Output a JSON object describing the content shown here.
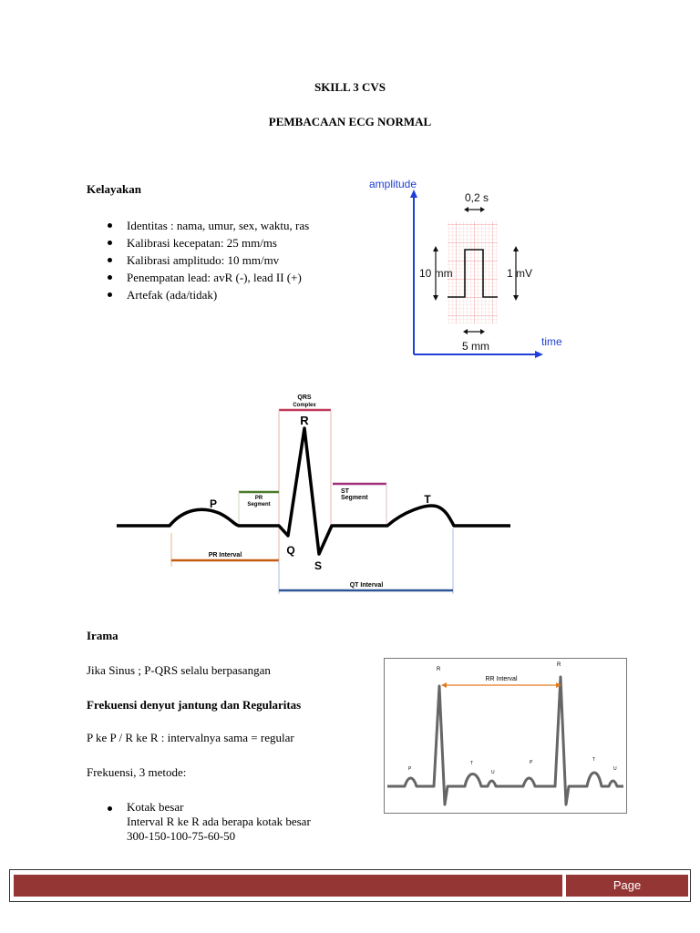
{
  "header": {
    "title": "SKILL 3 CVS",
    "subtitle": "PEMBACAAN ECG NORMAL"
  },
  "kelayakan": {
    "heading": "Kelayakan",
    "items": [
      "Identitas : nama, umur, sex, waktu, ras",
      "Kalibrasi kecepatan: 25 mm/ms",
      "Kalibrasi amplitudo: 10 mm/mv",
      "Penempatan lead: avR (-), lead II (+)",
      "Artefak (ada/tidak)"
    ]
  },
  "calibration_figure": {
    "y_axis": "amplitude",
    "x_axis": "time",
    "top_label": "0,2 s",
    "left_label": "10 mm",
    "right_label": "1 mV",
    "bottom_label": "5 mm",
    "axis_color": "#1f3fd6",
    "grid_color": "#f2a5a5"
  },
  "ecg_diagram": {
    "labels": {
      "qrs": "QRS",
      "qrs_sub": "Complex",
      "r": "R",
      "p": "P",
      "q": "Q",
      "s": "S",
      "t": "T",
      "pr": "PR",
      "pr_sub": "Segment",
      "st": "ST",
      "st_sub": "Segment",
      "pr_interval": "PR Interval",
      "qt_interval": "QT Interval"
    },
    "colors": {
      "qrs": "#c0395a",
      "pr": "#4a7a2a",
      "st": "#a0307a",
      "pr_interval": "#c55a11",
      "qt_interval": "#2f5597"
    }
  },
  "irama": {
    "heading": "Irama",
    "text": "Jika Sinus ; P-QRS selalu berpasangan"
  },
  "frekuensi": {
    "heading": "Frekuensi denyut jantung dan Regularitas",
    "text1": "P ke P / R ke R : intervalnya sama = regular",
    "text2": "Frekuensi, 3 metode:",
    "items": [
      {
        "line1": "Kotak besar",
        "line2": "Interval R ke R ada berapa kotak besar",
        "line3": "300-150-100-75-60-50"
      }
    ]
  },
  "rr_figure": {
    "r_label": "R",
    "interval_label": "RR Interval",
    "p_label": "P",
    "t_label": "T",
    "u_label": "U",
    "arrow_color": "#e07b20"
  },
  "footer": {
    "page_label": "Page",
    "bar_color": "#943634"
  }
}
